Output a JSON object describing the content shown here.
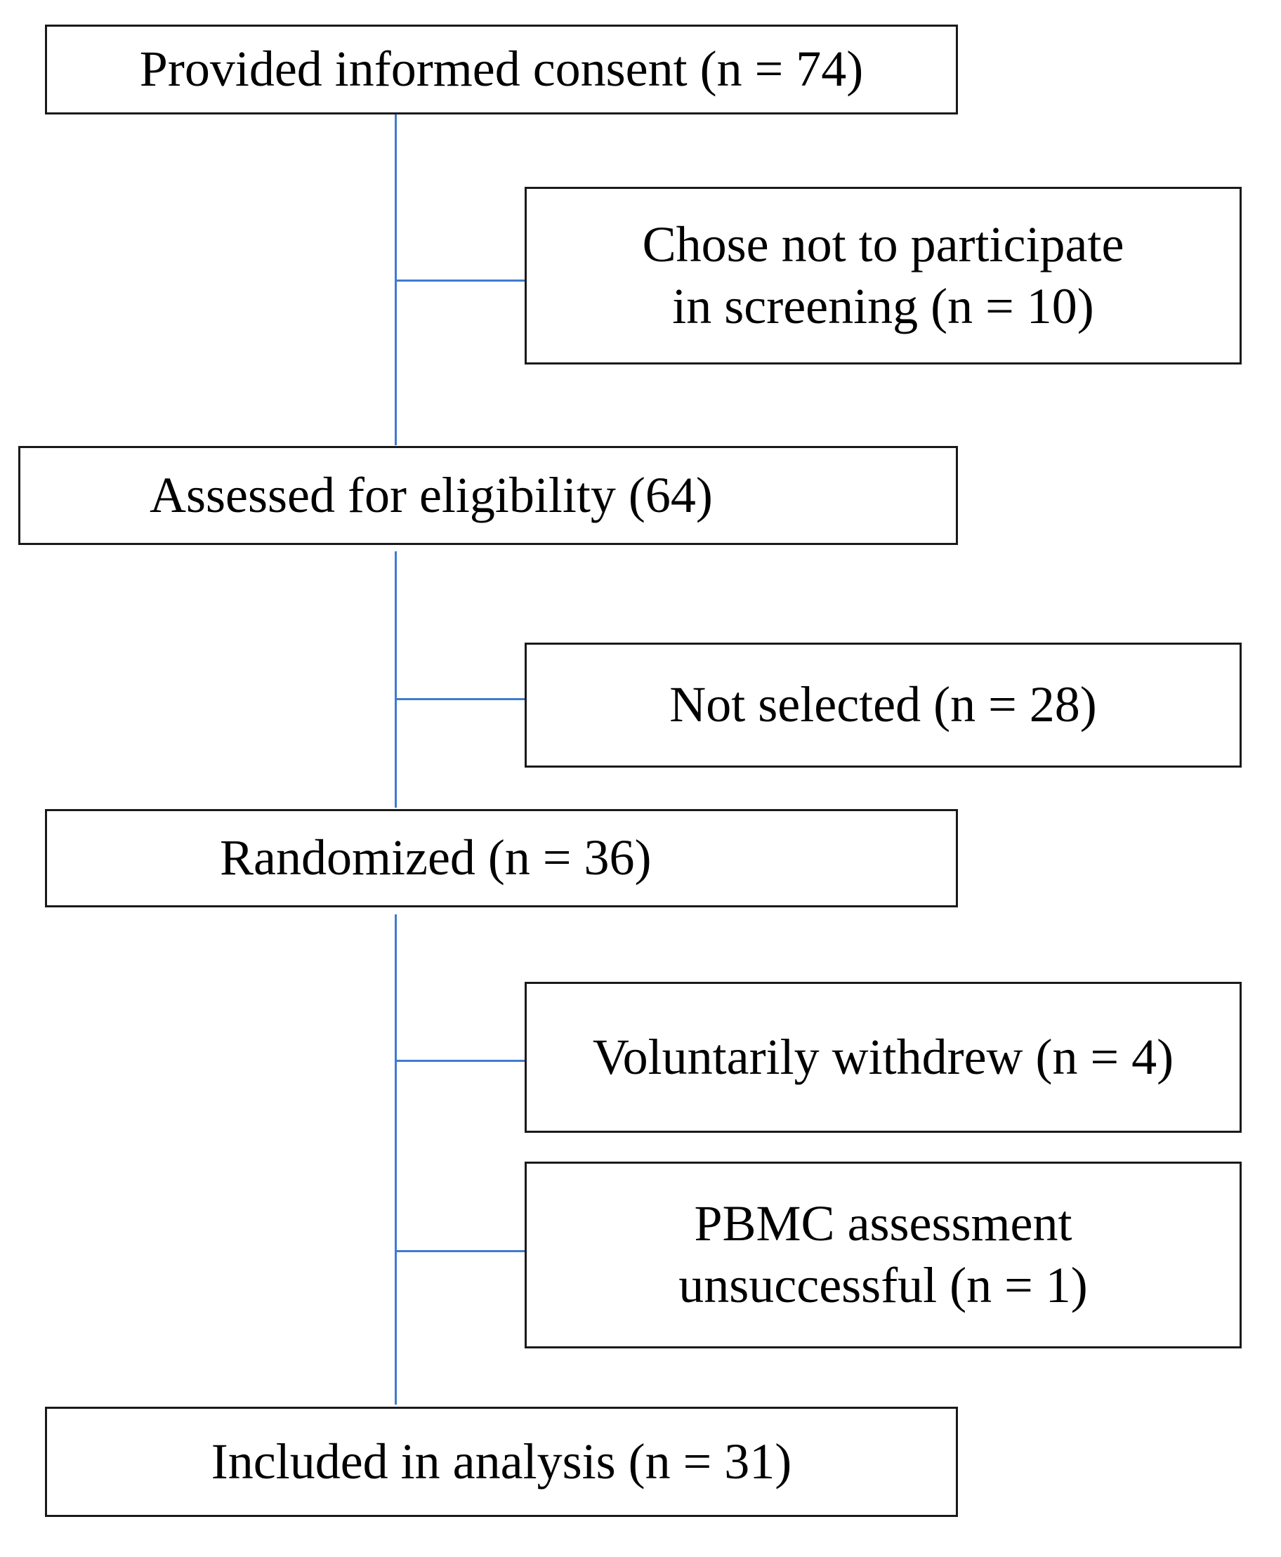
{
  "flowchart": {
    "main_steps": [
      {
        "id": "consent",
        "lines": [
          "Provided informed consent (n = 74)"
        ]
      },
      {
        "id": "eligibility",
        "lines": [
          "Assessed for eligibility (64)"
        ]
      },
      {
        "id": "randomized",
        "lines": [
          "Randomized (n = 36)"
        ]
      },
      {
        "id": "analysis",
        "lines": [
          "Included in analysis (n = 31)"
        ]
      }
    ],
    "exclusions": [
      {
        "id": "not-participate",
        "lines": [
          "Chose not to participate",
          "in screening (n = 10)"
        ]
      },
      {
        "id": "not-selected",
        "lines": [
          "Not selected (n = 28)"
        ]
      },
      {
        "id": "withdrew",
        "lines": [
          "Voluntarily withdrew (n = 4)"
        ]
      },
      {
        "id": "pbmc",
        "lines": [
          "PBMC assessment",
          "unsuccessful (n = 1)"
        ]
      }
    ]
  },
  "colors": {
    "connector": "#3f7ad1",
    "box_border": "#1a1a1a",
    "background": "#ffffff"
  }
}
